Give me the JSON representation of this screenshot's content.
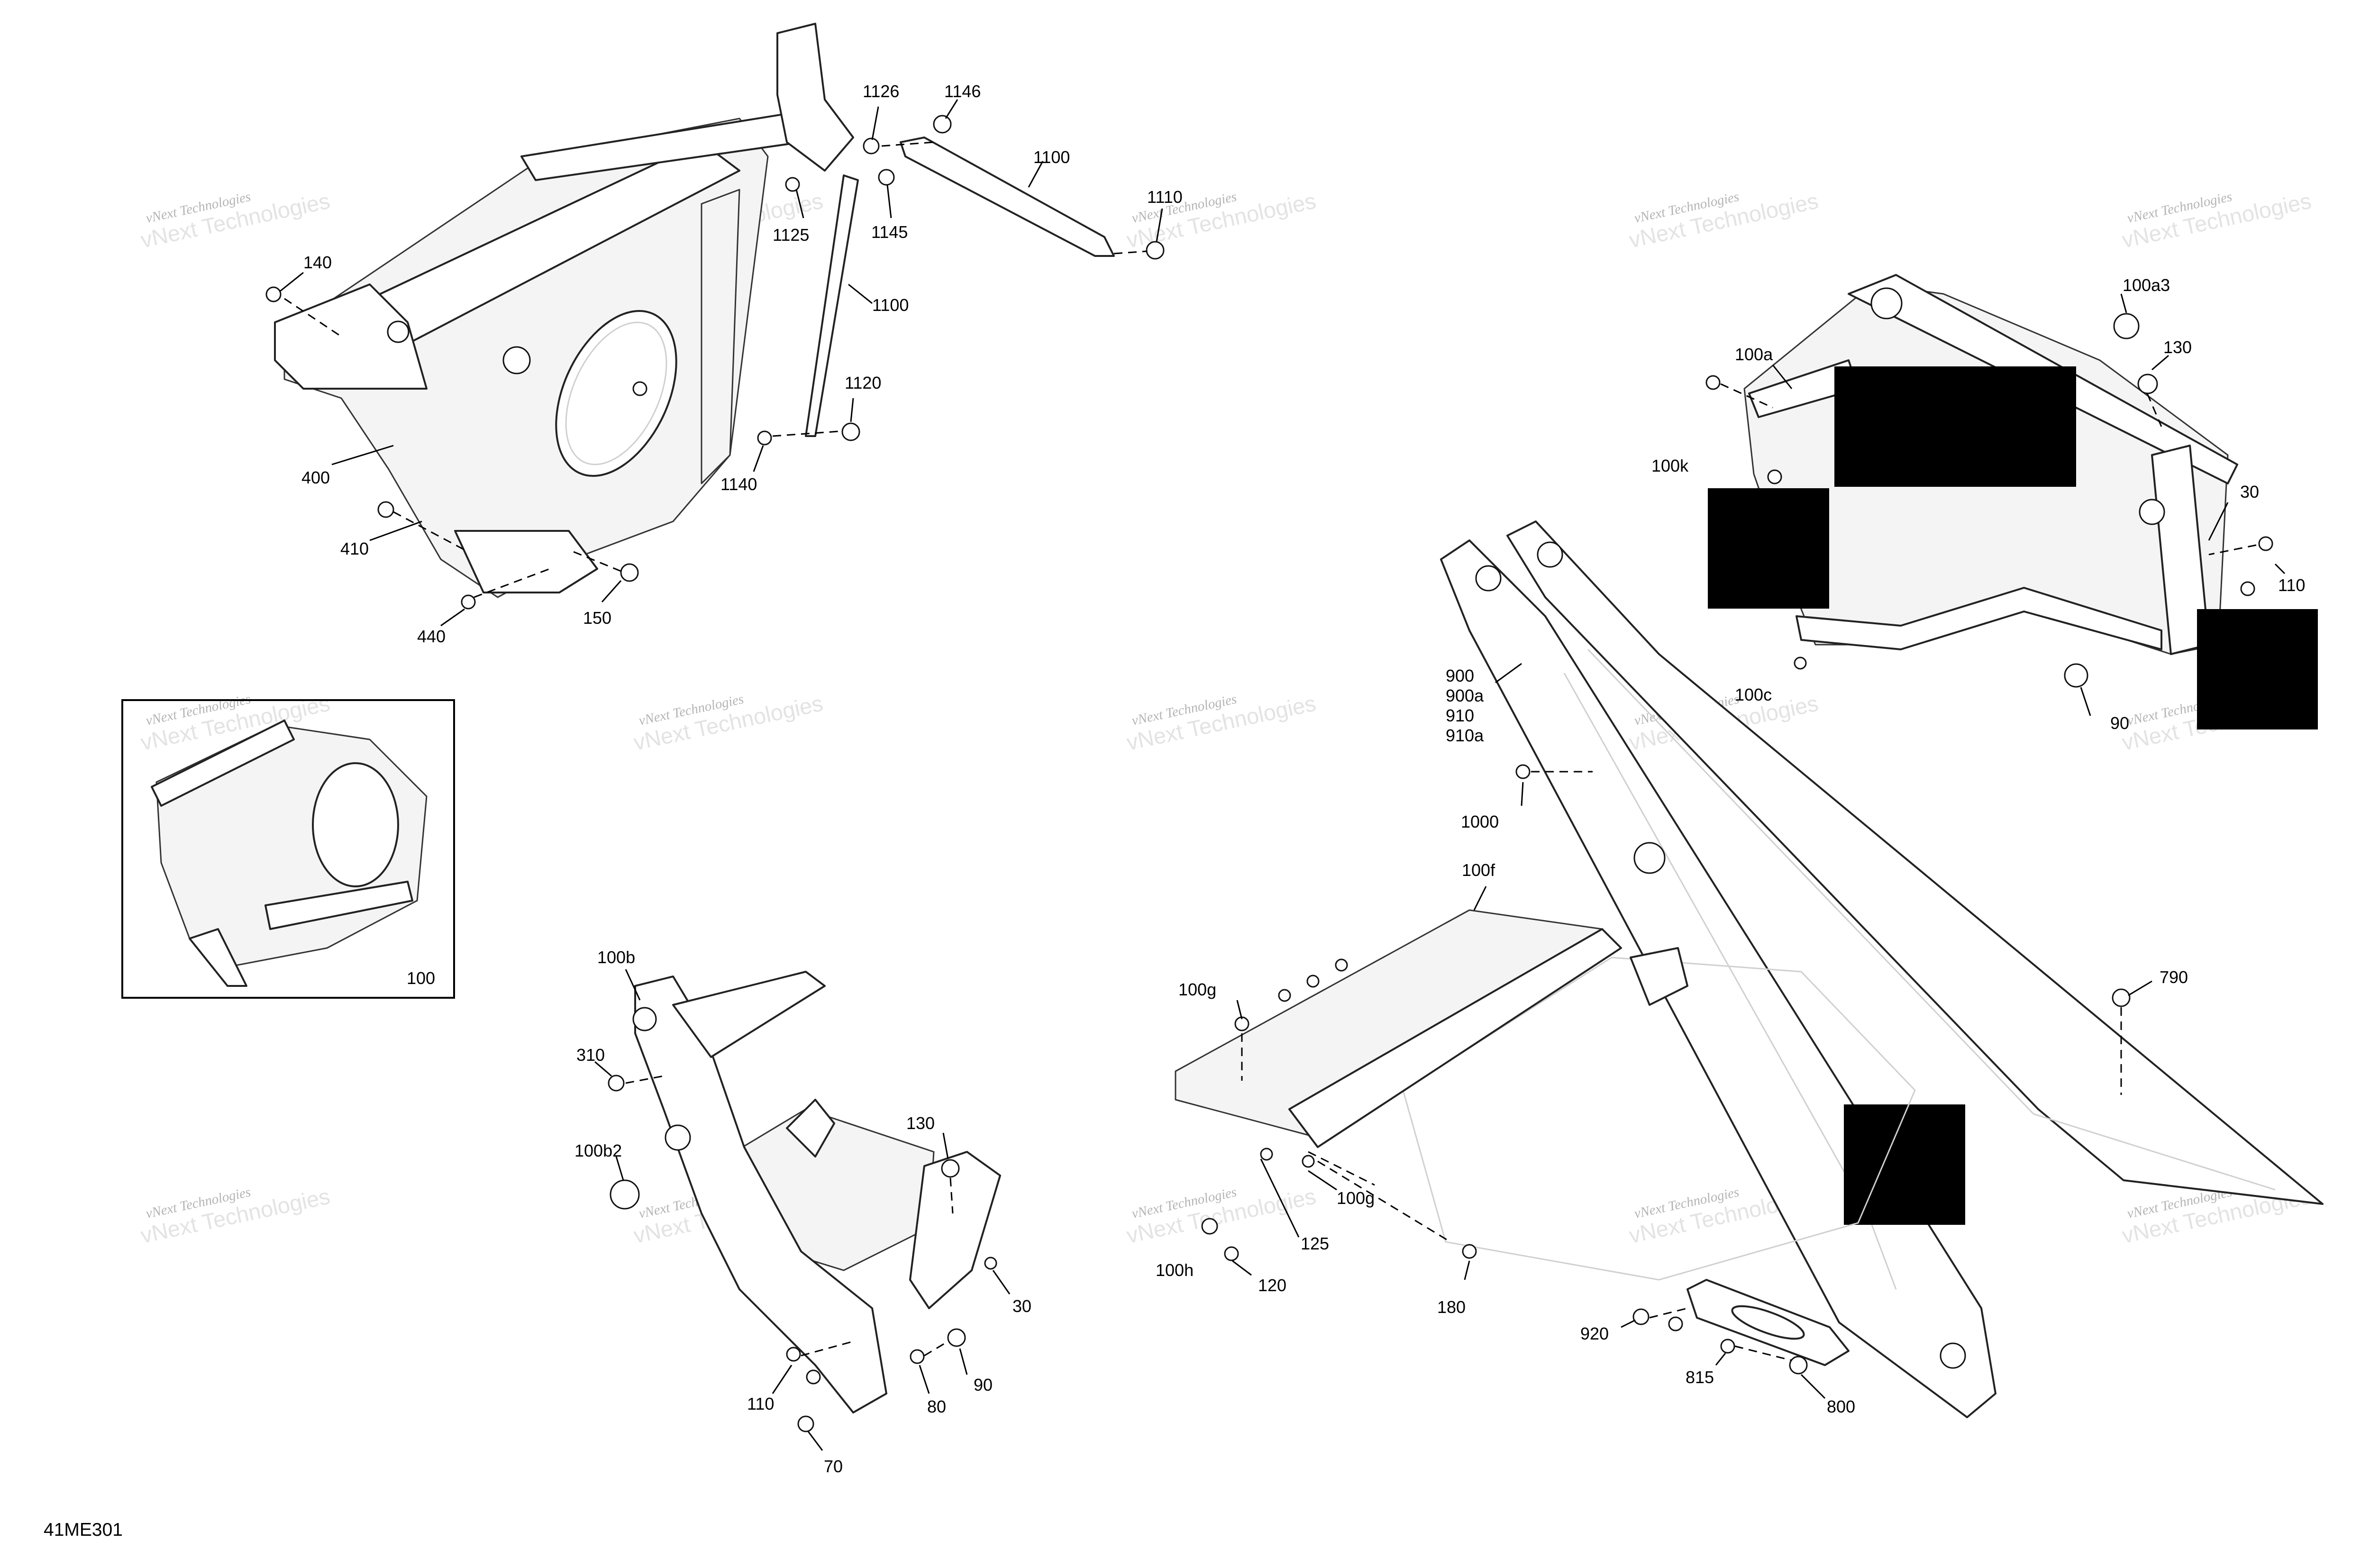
{
  "diagram": {
    "doc_code": "41ME301",
    "inset_label": "100",
    "watermark": {
      "line1": "vNext Technologies",
      "line2": "vNext Technologies"
    },
    "callouts": {
      "c1126": "1126",
      "c1146": "1146",
      "c1100a": "1100",
      "c1110": "1110",
      "c1125": "1125",
      "c1145": "1145",
      "c1100b": "1100",
      "c1120": "1120",
      "c1140": "1140",
      "c140": "140",
      "c400": "400",
      "c410": "410",
      "c440": "440",
      "c150": "150",
      "c100a3": "100a3",
      "c130a": "130",
      "c100a": "100a",
      "c100k": "100k",
      "c30a": "30",
      "c110a": "110",
      "c100c": "100c",
      "c90a": "90",
      "c900": "900",
      "c900a": "900a",
      "c910": "910",
      "c910a": "910a",
      "c1000": "1000",
      "c100f": "100f",
      "c790": "790",
      "c100g_a": "100g",
      "c100g_b": "100g",
      "c125": "125",
      "c100h": "100h",
      "c120": "120",
      "c180": "180",
      "c920": "920",
      "c815": "815",
      "c800": "800",
      "c100b": "100b",
      "c310": "310",
      "c100b2": "100b2",
      "c130b": "130",
      "c30b": "30",
      "c110b": "110",
      "c80": "80",
      "c90b": "90",
      "c70": "70"
    }
  }
}
